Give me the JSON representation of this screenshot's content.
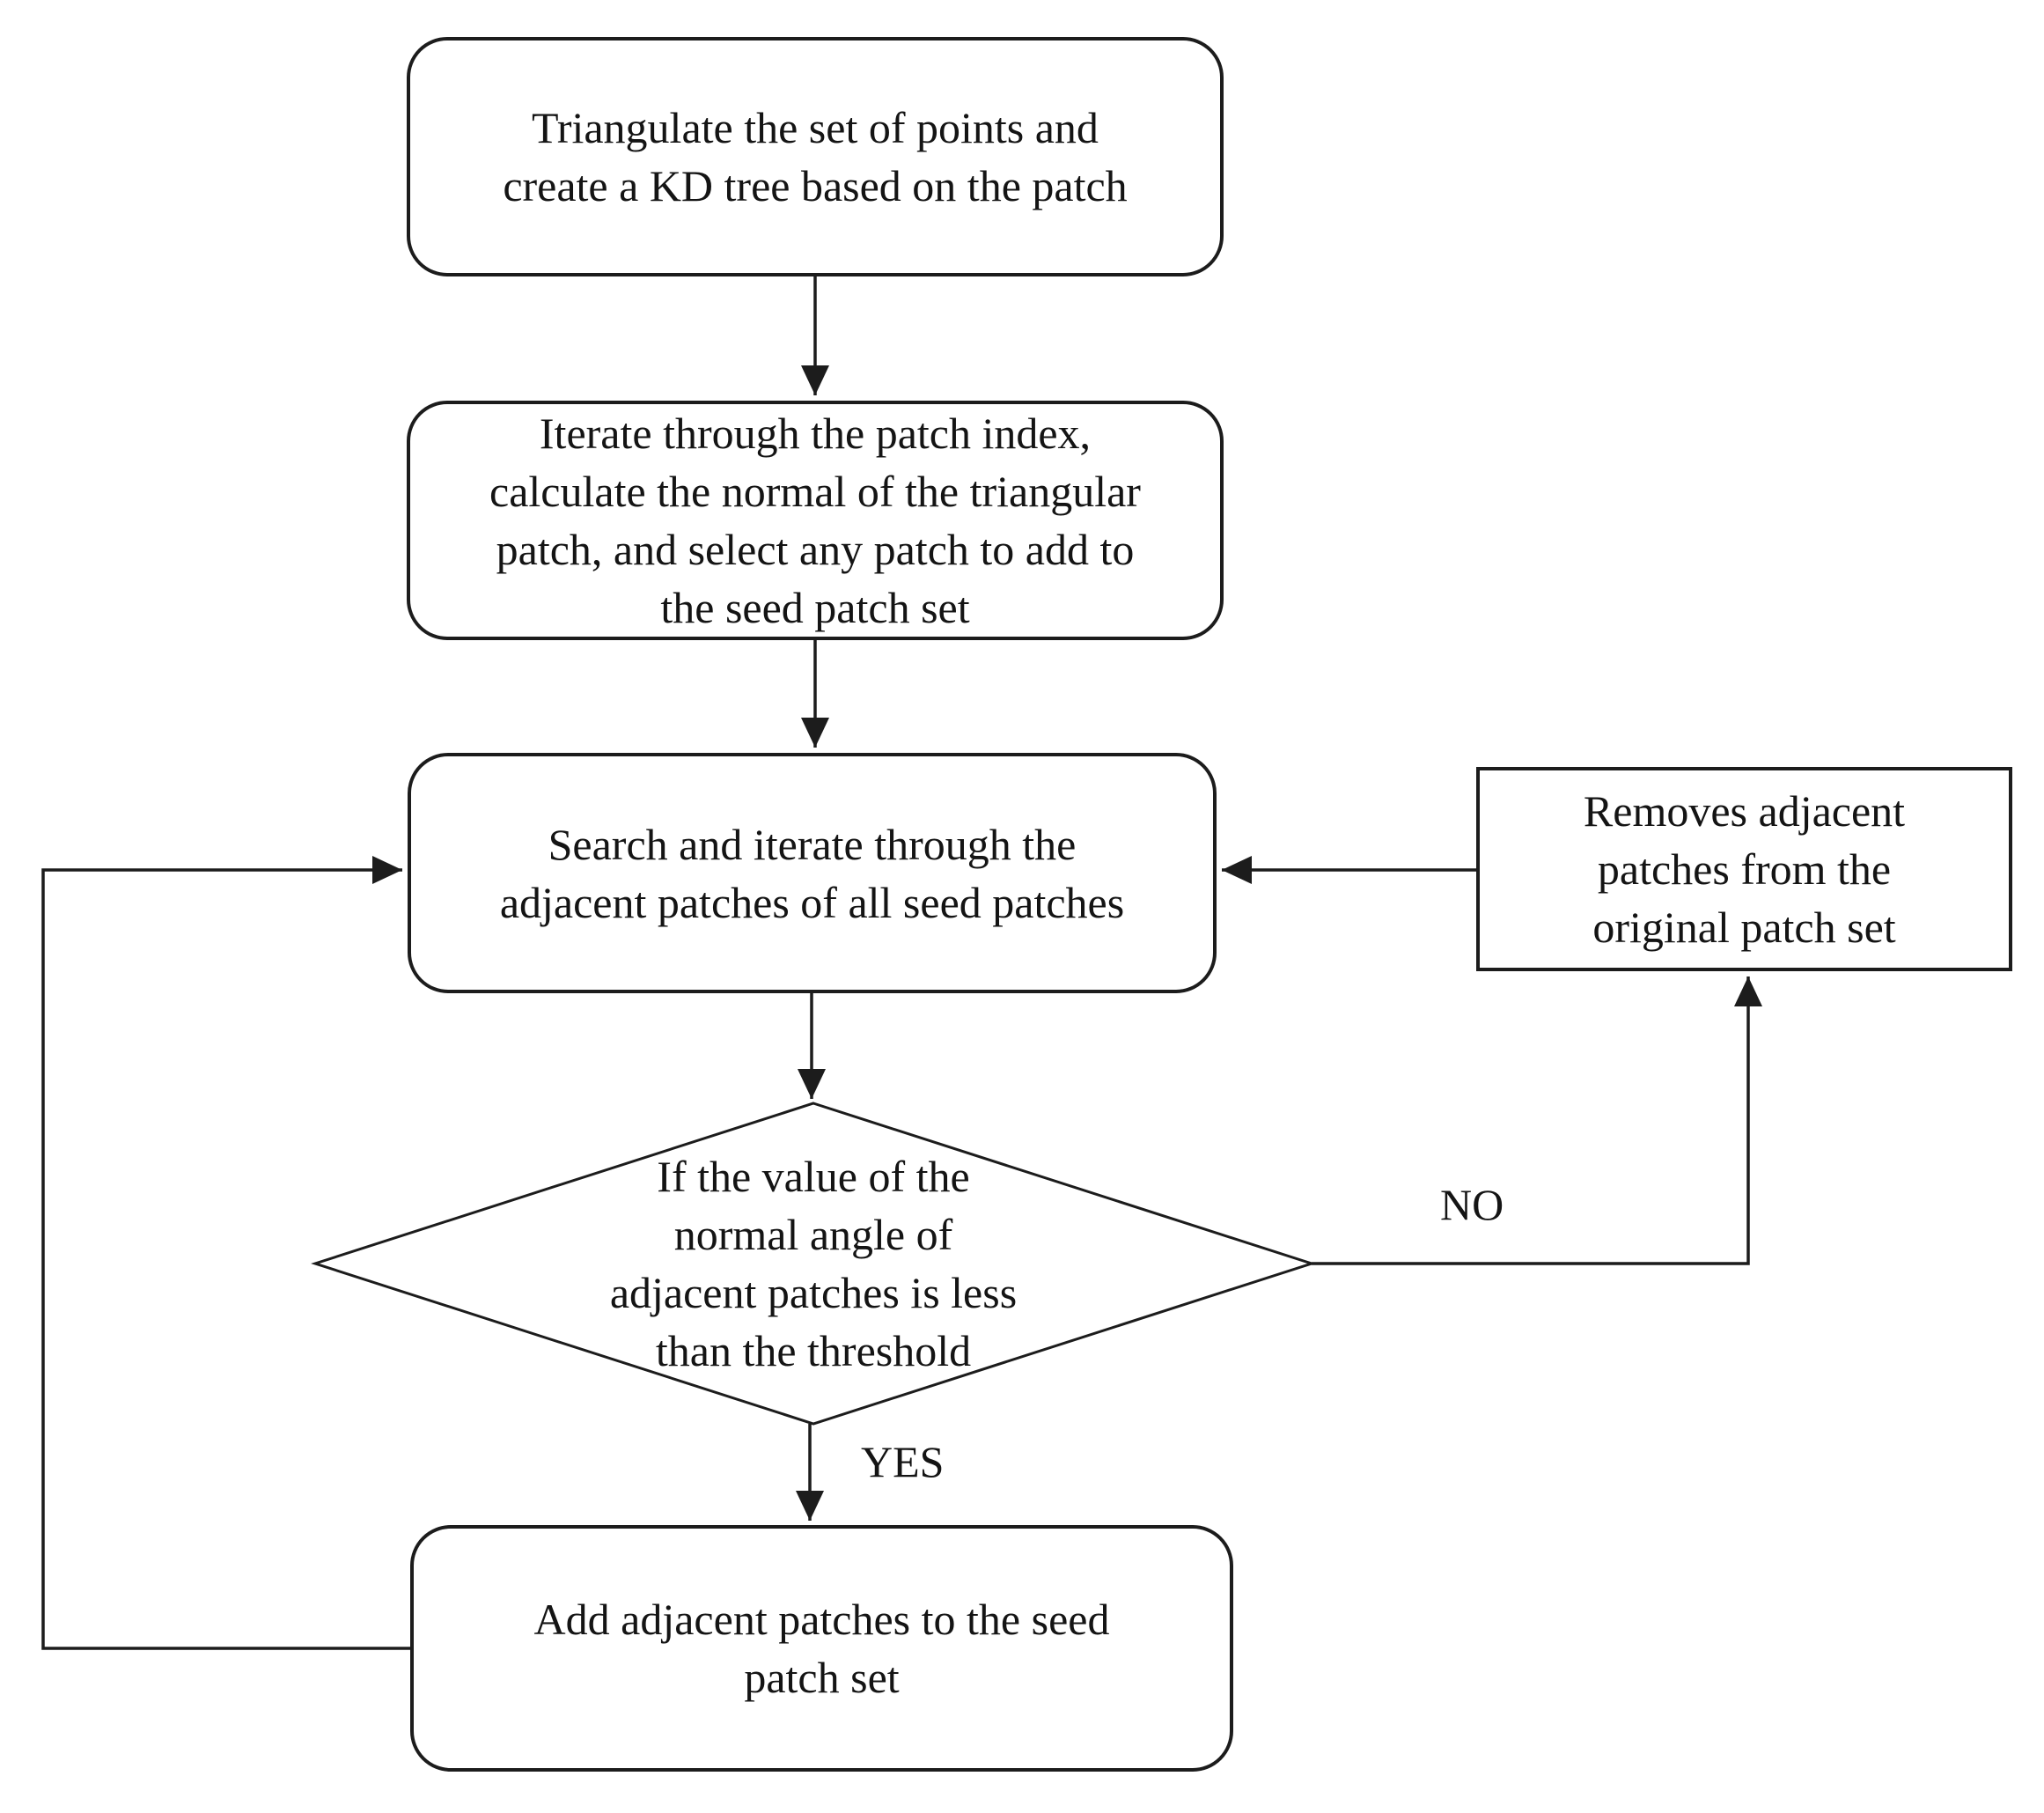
{
  "colors": {
    "background": "#ffffff",
    "line": "#1c1c1c",
    "text": "#141414"
  },
  "flowchart": {
    "nodes": [
      {
        "id": "triangulate",
        "shape": "rounded-rect",
        "label": "Triangulate the set of points and\ncreate a KD tree based on the patch"
      },
      {
        "id": "iterate-patch-index",
        "shape": "rounded-rect",
        "label": "Iterate through the patch index,\ncalculate the normal of the triangular\npatch, and select any patch to add to\nthe seed patch set"
      },
      {
        "id": "search-adjacent",
        "shape": "rounded-rect",
        "label": "Search and iterate through the\nadjacent patches of all seed patches"
      },
      {
        "id": "threshold-decision",
        "shape": "diamond",
        "label": "If the value of the\nnormal angle of\nadjacent patches is less\nthan the threshold"
      },
      {
        "id": "add-adjacent",
        "shape": "rounded-rect",
        "label": "Add adjacent patches to the seed\npatch set"
      },
      {
        "id": "remove-adjacent",
        "shape": "rect",
        "label": "Removes adjacent\npatches from the\noriginal patch set"
      }
    ],
    "edge_labels": {
      "yes": "YES",
      "no": "NO"
    }
  }
}
